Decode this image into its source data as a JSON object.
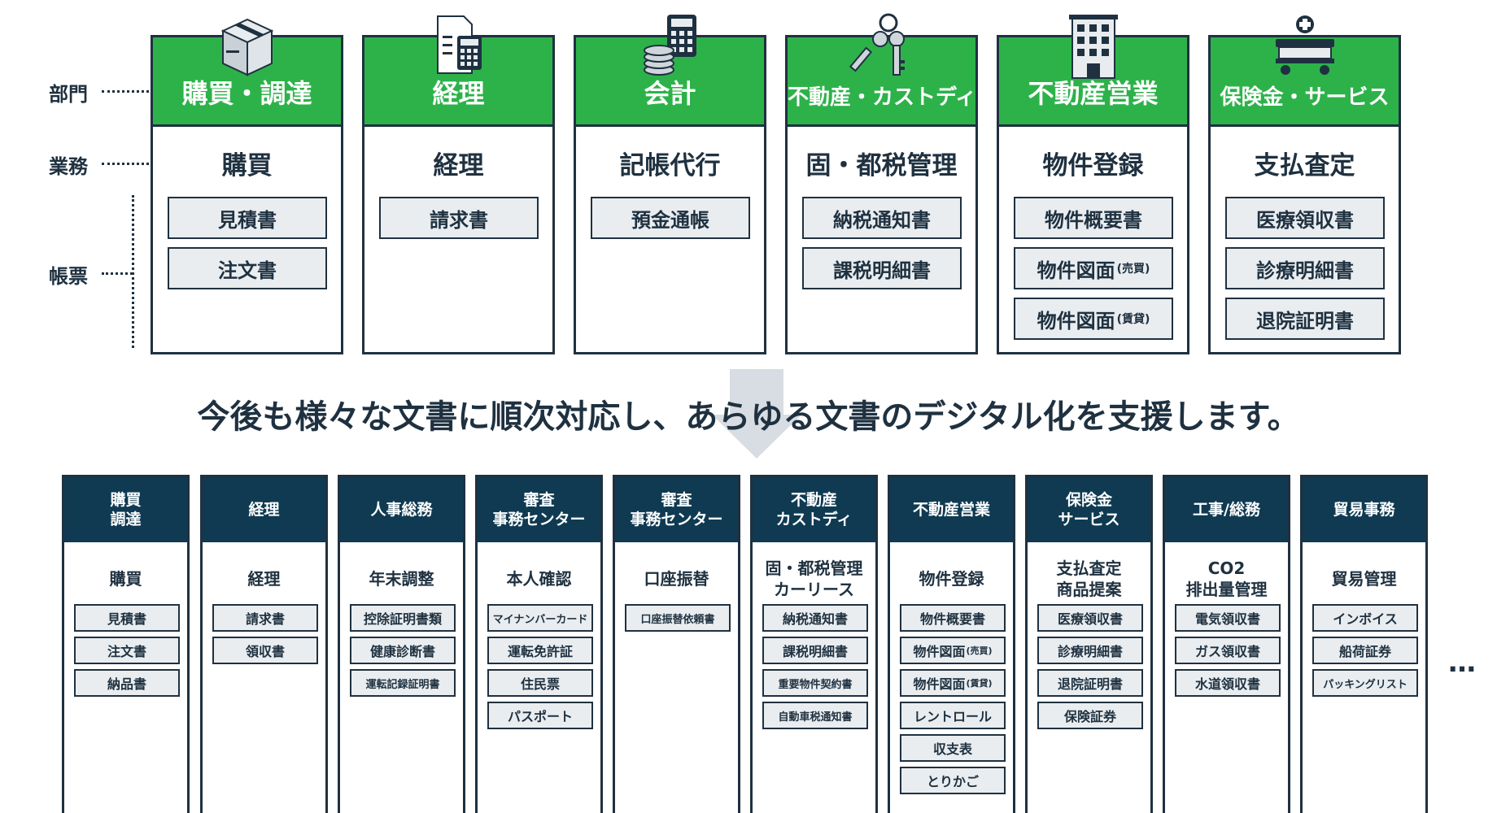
{
  "row_labels": {
    "department": "部門",
    "task": "業務",
    "forms": "帳票"
  },
  "top_departments": [
    {
      "dept": "購買・調達",
      "task": "購買",
      "docs": [
        {
          "text": "見積書"
        },
        {
          "text": "注文書"
        }
      ],
      "icon": "box-icon"
    },
    {
      "dept": "経理",
      "task": "経理",
      "docs": [
        {
          "text": "請求書"
        }
      ],
      "icon": "invoice-calculator-icon"
    },
    {
      "dept": "会計",
      "task": "記帳代行",
      "docs": [
        {
          "text": "預金通帳"
        }
      ],
      "icon": "coins-calculator-icon"
    },
    {
      "dept": "不動産・カストディ",
      "task": "固・都税管理",
      "docs": [
        {
          "text": "納税通知書"
        },
        {
          "text": "課税明細書"
        }
      ],
      "icon": "keys-icon"
    },
    {
      "dept": "不動産営業",
      "task": "物件登録",
      "docs": [
        {
          "text": "物件概要書"
        },
        {
          "text": "物件図面",
          "sub": "(売買)"
        },
        {
          "text": "物件図面",
          "sub": "(賃貸)"
        }
      ],
      "icon": "building-icon"
    },
    {
      "dept": "保険金・サービス",
      "task": "支払査定",
      "docs": [
        {
          "text": "医療領収書"
        },
        {
          "text": "診療明細書"
        },
        {
          "text": "退院証明書"
        }
      ],
      "icon": "hospital-bed-icon"
    }
  ],
  "message": "今後も様々な文書に順次対応し、あらゆる文書のデジタル化を支援します。",
  "bottom_departments": [
    {
      "dept": "購買\n調達",
      "task": "購買",
      "docs": [
        {
          "text": "見積書"
        },
        {
          "text": "注文書"
        },
        {
          "text": "納品書"
        }
      ]
    },
    {
      "dept": "経理",
      "task": "経理",
      "docs": [
        {
          "text": "請求書"
        },
        {
          "text": "領収書"
        }
      ]
    },
    {
      "dept": "人事総務",
      "task": "年末調整",
      "docs": [
        {
          "text": "控除証明書類"
        },
        {
          "text": "健康診断書"
        },
        {
          "text": "運転記録証明書"
        }
      ]
    },
    {
      "dept": "審査\n事務センター",
      "task": "本人確認",
      "docs": [
        {
          "text": "マイナンバーカード"
        },
        {
          "text": "運転免許証"
        },
        {
          "text": "住民票"
        },
        {
          "text": "パスポート"
        }
      ]
    },
    {
      "dept": "審査\n事務センター",
      "task": "口座振替",
      "docs": [
        {
          "text": "口座振替依頼書"
        }
      ]
    },
    {
      "dept": "不動産\nカストディ",
      "task": "固・都税管理\nカーリース",
      "docs": [
        {
          "text": "納税通知書"
        },
        {
          "text": "課税明細書"
        },
        {
          "text": "重要物件契約書"
        },
        {
          "text": "自動車税通知書"
        }
      ]
    },
    {
      "dept": "不動産営業",
      "task": "物件登録",
      "docs": [
        {
          "text": "物件概要書"
        },
        {
          "text": "物件図面",
          "sub": "(売買)"
        },
        {
          "text": "物件図面",
          "sub": "(賃貸)"
        },
        {
          "text": "レントロール"
        },
        {
          "text": "収支表"
        },
        {
          "text": "とりかご"
        }
      ]
    },
    {
      "dept": "保険金\nサービス",
      "task": "支払査定\n商品提案",
      "docs": [
        {
          "text": "医療領収書"
        },
        {
          "text": "診療明細書"
        },
        {
          "text": "退院証明書"
        },
        {
          "text": "保険証券"
        }
      ]
    },
    {
      "dept": "工事/総務",
      "task": "CO2\n排出量管理",
      "docs": [
        {
          "text": "電気領収書"
        },
        {
          "text": "ガス領収書"
        },
        {
          "text": "水道領収書"
        }
      ]
    },
    {
      "dept": "貿易事務",
      "task": "貿易管理",
      "docs": [
        {
          "text": "インボイス"
        },
        {
          "text": "船荷証券"
        },
        {
          "text": "パッキングリスト"
        }
      ]
    }
  ],
  "more_indicator": "…",
  "colors": {
    "green": "#2db24a",
    "navy": "#0f3a52",
    "ink": "#1f3140",
    "doc_fill": "#e9edf0",
    "arrow": "#d7dde2"
  }
}
